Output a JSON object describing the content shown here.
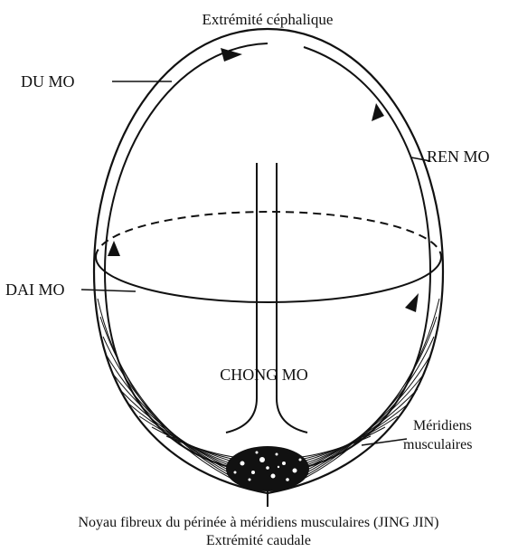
{
  "labels": {
    "top": "Extrémité céphalique",
    "du_mo": "DU MO",
    "ren_mo": "REN MO",
    "dai_mo": "DAI MO",
    "chong_mo": "CHONG MO",
    "meridiens_line1": "Méridiens",
    "meridiens_line2": "musculaires",
    "bottom_line1": "Noyau fibreux du périnée à méridiens musculaires (JING JIN)",
    "bottom_line2": "Extrémité caudale"
  },
  "colors": {
    "ink": "#111111",
    "background": "#ffffff"
  }
}
